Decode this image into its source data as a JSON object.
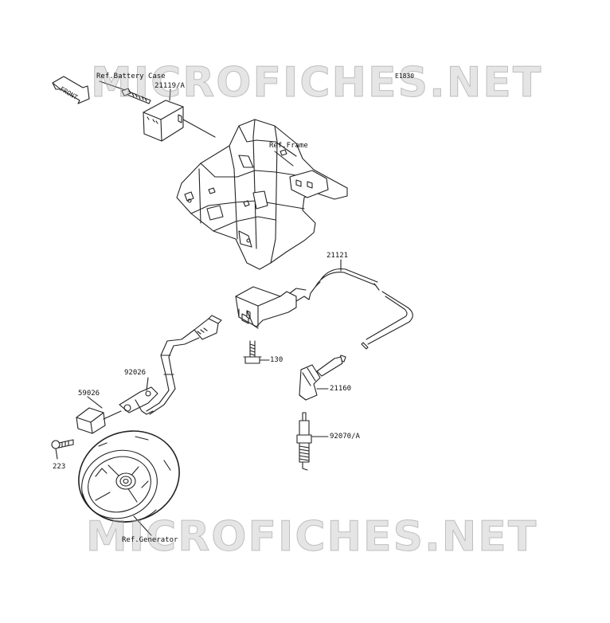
{
  "diagram": {
    "code": "E1830",
    "front_marker": "FRONT",
    "colors": {
      "line": "#222222",
      "watermark": "#b4b4b4"
    },
    "watermark_text": "MICROFICHES.NET",
    "labels": {
      "ref_battery_case": "Ref.Battery Case",
      "part_21119a": "21119/A",
      "ref_frame": "Ref.Frame",
      "part_21121": "21121",
      "part_130": "130",
      "part_92026": "92026",
      "part_59026": "59026",
      "part_21160": "21160",
      "part_92070a": "92070/A",
      "part_223": "223",
      "ref_generator": "Ref.Generator"
    }
  }
}
